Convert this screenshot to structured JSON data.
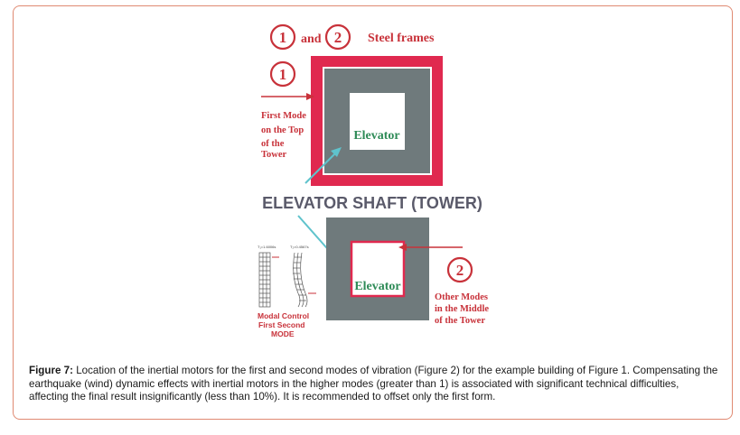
{
  "top": {
    "circle_1": "1",
    "and_text": "and",
    "circle_2": "2",
    "steel_frames": "Steel frames",
    "circle_1b": "1",
    "first_mode_lines": [
      "First Mode",
      "on the Top",
      "of the",
      "Tower"
    ],
    "elevator_label": "Elevator"
  },
  "shaft_title": "ELEVATOR SHAFT (TOWER)",
  "bottom": {
    "elevator_label": "Elevator",
    "circle_2": "2",
    "other_modes_lines": [
      "Other Modes",
      "in the Middle",
      "of the Tower"
    ],
    "mini_label_1": "T₁=1.6006s",
    "mini_label_2": "T₂=0.4567s",
    "modal_lines": [
      "Modal Control",
      "First  Second",
      "MODE"
    ]
  },
  "caption": {
    "label": "Figure 7:",
    "text": " Location of the inertial motors for the first and second modes of vibration (Figure 2) for the example building of Figure 1. Compensating the earthquake (wind) dynamic effects with inertial motors in the higher modes (greater than 1) is associated with significant technical difficulties, affecting the final result insignificantly (less than 10%). It is recommended to offset only the first form."
  },
  "colors": {
    "red": "#e0294f",
    "dark_red": "#c8323a",
    "gray": "#6f7a7c",
    "green": "#2e8b57",
    "teal": "#5fc3cc",
    "title_gray": "#5a5a6a"
  }
}
